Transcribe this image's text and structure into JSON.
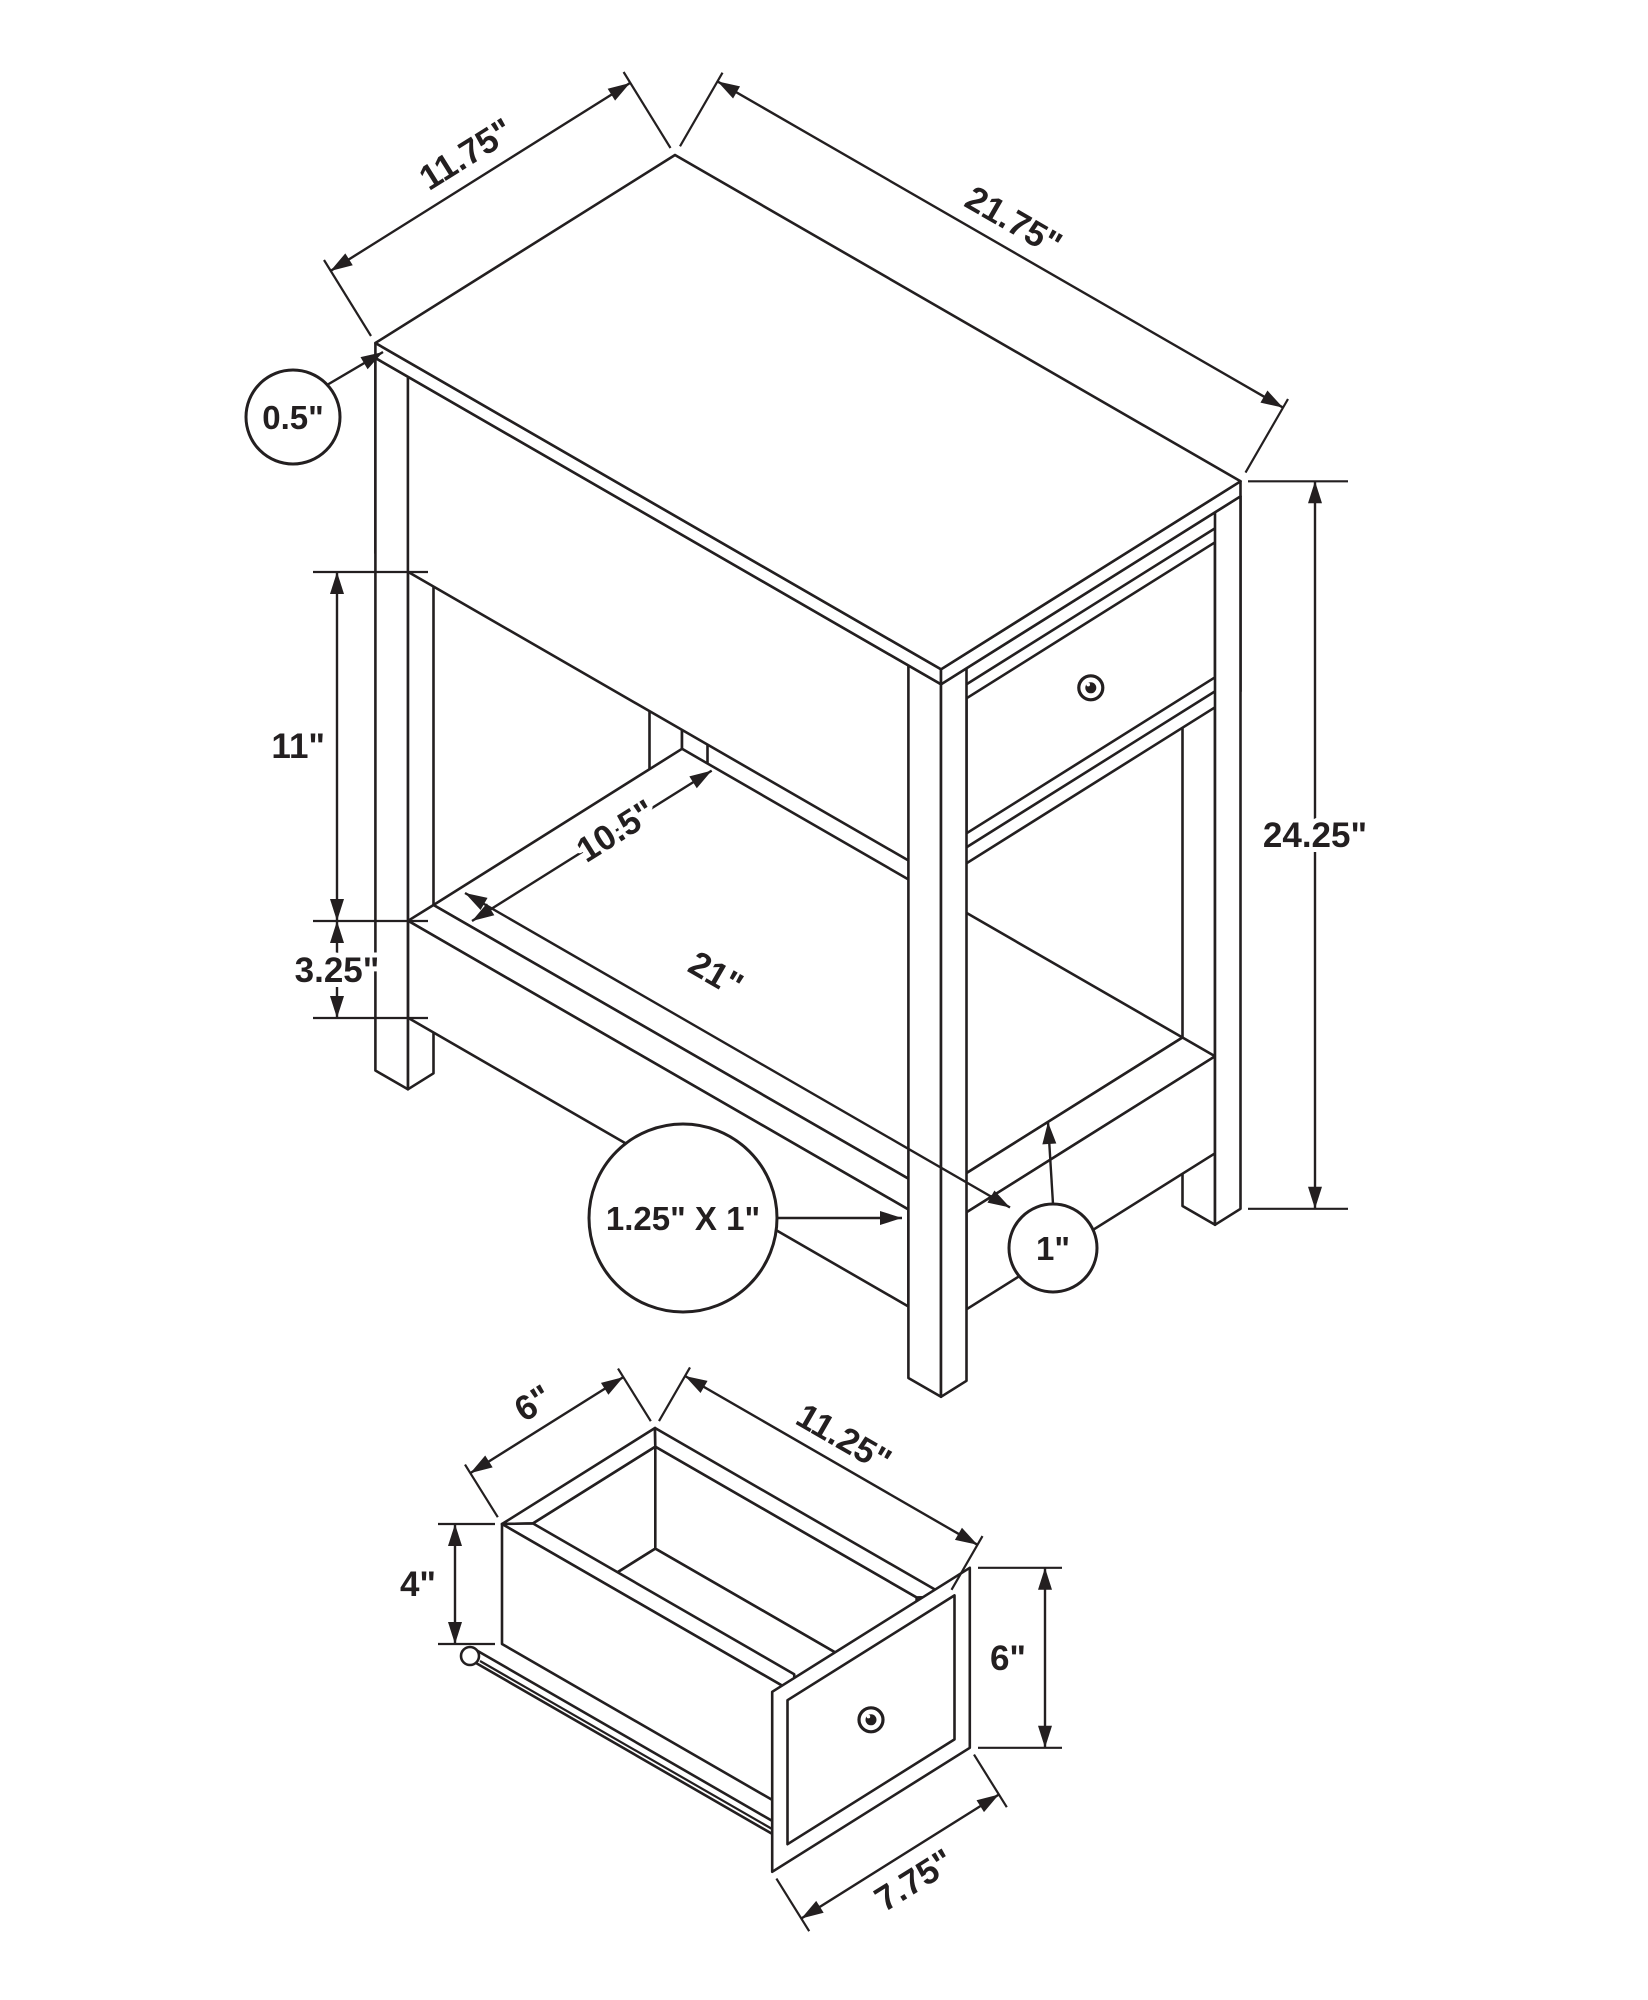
{
  "table_view": {
    "top_width": "11.75\"",
    "top_length": "21.75\"",
    "top_thickness": "0.5\"",
    "apron_to_shelf": "11\"",
    "shelf_rail_height": "3.25\"",
    "shelf_depth": "10.5\"",
    "shelf_length": "21\"",
    "overall_height": "24.25\"",
    "leg_size": "1.25\" X 1\"",
    "shelf_clearance": "1\""
  },
  "drawer_view": {
    "inner_width": "6\"",
    "inner_length": "11.25\"",
    "box_height": "4\"",
    "front_height": "6\"",
    "front_width": "7.75\""
  }
}
